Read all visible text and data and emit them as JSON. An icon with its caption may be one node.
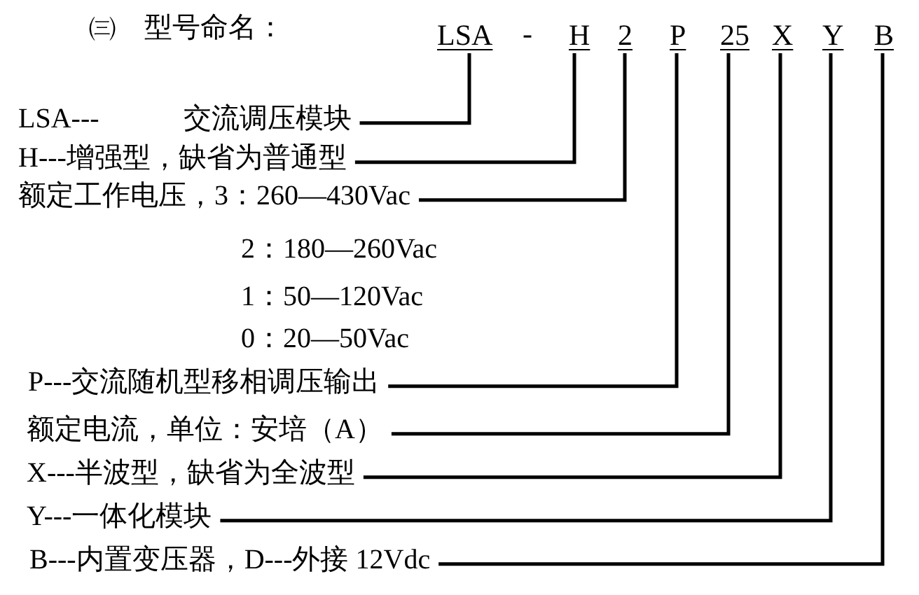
{
  "diagram": {
    "title": "㈢　型号命名：",
    "nodes": [
      {
        "text": [
          "LSA"
        ]
      },
      {
        "text": [
          "H"
        ]
      },
      {
        "text": [
          "2"
        ]
      },
      {
        "text": [
          "P"
        ]
      },
      {
        "text": [
          "25"
        ]
      },
      {
        "text": [
          "X"
        ]
      },
      {
        "text": [
          "Y"
        ]
      },
      {
        "text": [
          "B"
        ]
      },
      {
        "text": [
          "LSA---　　　交流调压模块"
        ]
      },
      {
        "text": [
          "H---增强型，缺省为普通型"
        ]
      },
      {
        "text": [
          "额定工作电压，3：260—430Vac"
        ]
      },
      {
        "text": [
          "P---交流随机型移相调压输出"
        ]
      },
      {
        "text": [
          "额定电流，单位：安培（A）"
        ]
      },
      {
        "text": [
          "X---半波型，缺省为全波型"
        ]
      },
      {
        "text": [
          "Y---一体化模块"
        ]
      },
      {
        "text": [
          "B---内置变压器，D---外接 12Vdc"
        ]
      }
    ],
    "edges": [
      {
        "from": 0,
        "to": 8,
        "arrow": "none"
      },
      {
        "from": 1,
        "to": 9,
        "arrow": "none"
      },
      {
        "from": 2,
        "to": 10,
        "arrow": "none"
      },
      {
        "from": 3,
        "to": 11,
        "arrow": "none"
      },
      {
        "from": 4,
        "to": 12,
        "arrow": "none"
      },
      {
        "from": 5,
        "to": 13,
        "arrow": "none"
      },
      {
        "from": 6,
        "to": 14,
        "arrow": "none"
      },
      {
        "from": 7,
        "to": 15,
        "arrow": "none"
      }
    ],
    "labels": [
      "-",
      "2：180—260Vac",
      "1：50—120Vac",
      "0：20—50Vac"
    ]
  }
}
